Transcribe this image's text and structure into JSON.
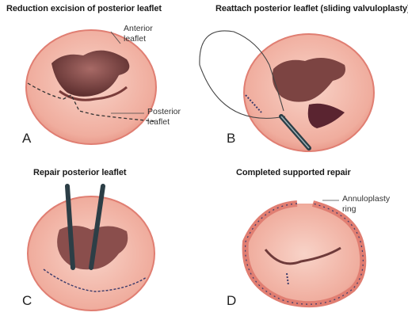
{
  "panels": [
    {
      "id": "A",
      "title": "Reduction excision of posterior leaflet",
      "letter": "A",
      "labels": [
        "Anterior",
        "leaflet",
        "Posterior",
        "leaflet"
      ]
    },
    {
      "id": "B",
      "title": "Reattach posterior leaflet (sliding valvuloplasty)",
      "letter": "B"
    },
    {
      "id": "C",
      "title": "Repair posterior leaflet",
      "letter": "C"
    },
    {
      "id": "D",
      "title": "Completed supported repair",
      "letter": "D",
      "labels": [
        "Annuloplasty",
        "ring"
      ]
    }
  ],
  "colors": {
    "tissue": "#f2b5a8",
    "tissue_edge": "#e07e72",
    "leaflet_dark": "#6e3a3a",
    "leaflet_mid": "#9a5a58",
    "instrument": "#2c3e46",
    "suture": "#3a3a6a"
  }
}
